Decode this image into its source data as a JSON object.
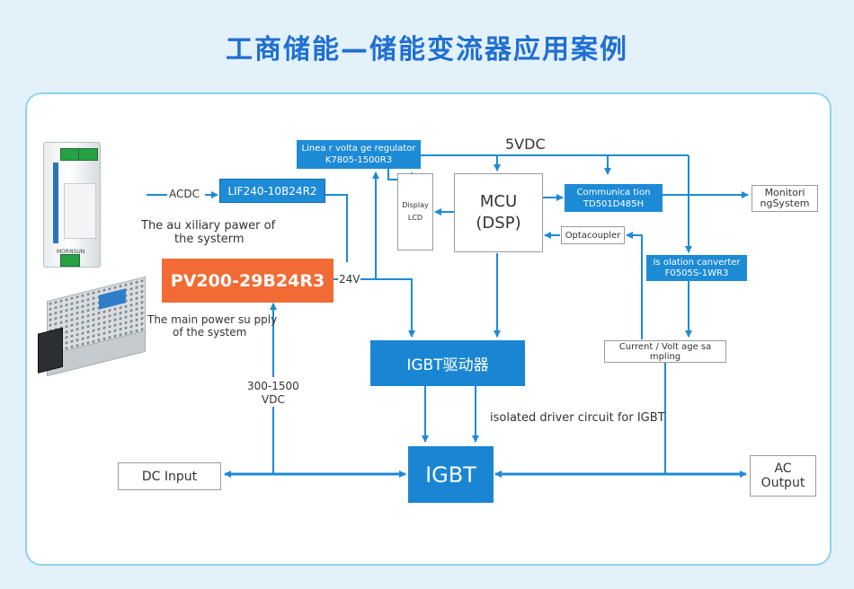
{
  "title": "工商储能—储能变流器应用案例",
  "products": {
    "aux_brand": "MORNSUN"
  },
  "aux_supply": {
    "input_label": "ACDC",
    "module": "LIF240-10B24R2",
    "caption_line1": "The au xiliary pawer of",
    "caption_line2": "the systerm"
  },
  "main_supply": {
    "module": "PV200-29B24R3",
    "output_label": "24V",
    "caption_line1": "The main power su pply",
    "caption_line2": "of the system"
  },
  "regulator": {
    "line1": "Linea r volta ge regulator",
    "line2": "K7805-1500R3"
  },
  "supply_5v": "5VDC",
  "display": {
    "line1": "Display",
    "line2": "LCD"
  },
  "mcu": {
    "line1": "MCU",
    "line2": "(DSP)"
  },
  "comm": {
    "line1": "Communica tion",
    "line2": "TD501D485H"
  },
  "monitor": {
    "line1": "Monitori",
    "line2": "ngSystem"
  },
  "optocoupler": "Optacoupler",
  "isolation": {
    "line1": "Is olation canverter",
    "line2": "F0505S-1WR3"
  },
  "sampling": "Current / Volt age sa mpling",
  "igbt_driver": "IGBT驱动器",
  "isolated_driver_label": "isolated driver circuit for IGBT",
  "dc_voltage": {
    "line1": "300-1500",
    "line2": "VDC"
  },
  "dc_input": "DC Input",
  "igbt": "IGBT",
  "ac_output": {
    "line1": "AC",
    "line2": "Output"
  },
  "colors": {
    "title": "#1f6fd1",
    "block_blue": "#1d8bd6",
    "orange": "#f26b35",
    "wire": "#1d8bd6",
    "panel_border": "#8ed2ef"
  }
}
